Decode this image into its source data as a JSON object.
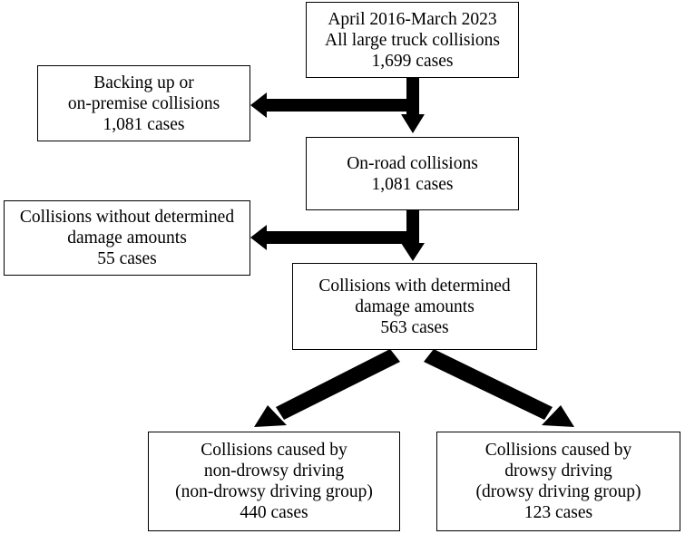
{
  "flowchart": {
    "source": {
      "line1": "April 2016-March 2023",
      "line2": "All large truck collisions",
      "line3": "1,699 cases"
    },
    "excluded_backing": {
      "line1": "Backing up or",
      "line2": "on-premise collisions",
      "line3": "1,081 cases"
    },
    "on_road": {
      "line1": "On-road collisions",
      "line2": "1,081 cases"
    },
    "excluded_no_damage": {
      "line1": "Collisions without determined",
      "line2": "damage amounts",
      "line3": "55 cases"
    },
    "with_damage": {
      "line1": "Collisions with determined",
      "line2": "damage amounts",
      "line3": "563 cases"
    },
    "non_drowsy_group": {
      "line1": "Collisions caused by",
      "line2": "non-drowsy driving",
      "line3": "(non-drowsy driving group)",
      "line4": "440 cases"
    },
    "drowsy_group": {
      "line1": "Collisions caused by",
      "line2": "drowsy driving",
      "line3": "(drowsy driving group)",
      "line4": "123 cases"
    }
  },
  "colors": {
    "stroke": "#000000",
    "background": "#ffffff"
  }
}
